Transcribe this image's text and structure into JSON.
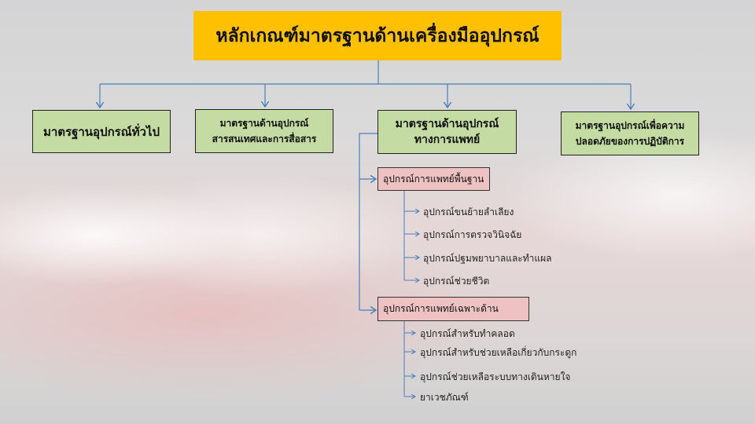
{
  "diagram": {
    "title": "หลักเกณฑ์มาตรฐานด้านเครื่องมืออุปกรณ์",
    "categories": [
      {
        "label": "มาตรฐานอุปกรณ์ทั่วไป"
      },
      {
        "label": "มาตรฐานด้านอุปกรณ์\nสารสนเทศและการสื่อสาร"
      },
      {
        "label": "มาตรฐานด้านอุปกรณ์\nทางการแพทย์"
      },
      {
        "label": "มาตรฐานอุปกรณ์เพื่อความ\nปลอดภัยของการปฏิบัติการ"
      }
    ],
    "subcategories": [
      {
        "label": "อุปกรณ์การแพทย์พื้นฐาน",
        "items": [
          "อุปกรณ์ขนย้ายลำเลียง",
          "อุปกรณ์การตรวจวินิจฉัย",
          "อุปกรณ์ปฐมพยาบาลและทำแผล",
          "อุปกรณ์ช่วยชีวิต"
        ]
      },
      {
        "label": "อุปกรณ์การแพทย์เฉพาะด้าน",
        "items": [
          "อุปกรณ์สำหรับทำคลอด",
          "อุปกรณ์สำหรับช่วยเหลือเกี่ยวกับกระดูก",
          "อุปกรณ์ช่วยเหลือระบบทางเดินหายใจ",
          "ยาเวชภัณฑ์"
        ]
      }
    ],
    "colors": {
      "title": "#ffc000",
      "category": "#c4dca4",
      "subcategory": "#eec2c2",
      "connector": "#4a7ebb"
    }
  }
}
